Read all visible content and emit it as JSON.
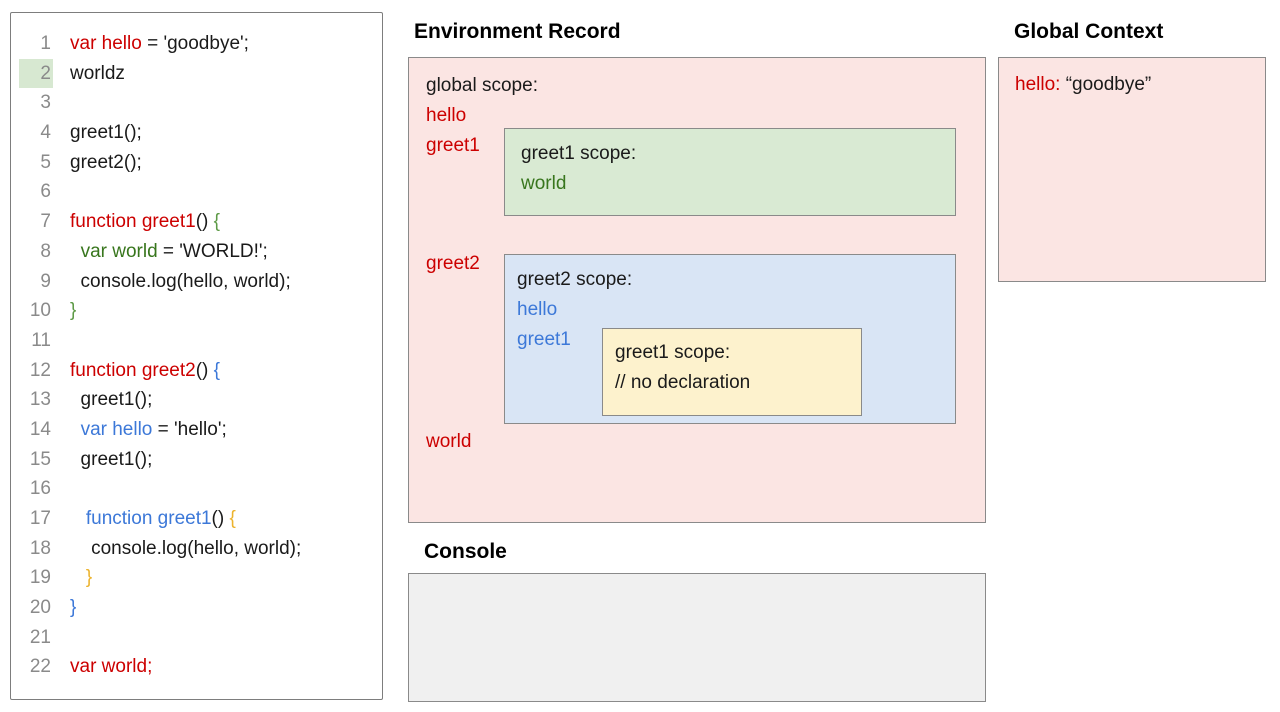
{
  "colors": {
    "red": "#cc0000",
    "green": "#38761d",
    "green_brace": "#5d9a46",
    "blue": "#3c78d8",
    "yellow_brace": "#ecb32d",
    "pink_bg": "#fbe5e3",
    "green_bg": "#d9ead3",
    "blue_bg": "#d9e5f5",
    "yellow_bg": "#fdf2cd",
    "console_bg": "#f0f0f0",
    "line_highlight": "#d7e8d1"
  },
  "editor": {
    "lines": [
      {
        "n": "1",
        "highlight": false,
        "segments": [
          {
            "t": "var hello",
            "c": "red"
          },
          {
            "t": " = 'goodbye';",
            "c": "black"
          }
        ]
      },
      {
        "n": "2",
        "highlight": true,
        "segments": [
          {
            "t": "worldz",
            "c": "black"
          }
        ]
      },
      {
        "n": "3",
        "highlight": false,
        "segments": []
      },
      {
        "n": "4",
        "highlight": false,
        "segments": [
          {
            "t": "greet1();",
            "c": "black"
          }
        ]
      },
      {
        "n": "5",
        "highlight": false,
        "segments": [
          {
            "t": "greet2();",
            "c": "black"
          }
        ]
      },
      {
        "n": "6",
        "highlight": false,
        "segments": []
      },
      {
        "n": "7",
        "highlight": false,
        "segments": [
          {
            "t": "function greet1",
            "c": "red"
          },
          {
            "t": "() ",
            "c": "black"
          },
          {
            "t": "{",
            "c": "green2"
          }
        ]
      },
      {
        "n": "8",
        "highlight": false,
        "segments": [
          {
            "t": "  ",
            "c": "black"
          },
          {
            "t": "var world",
            "c": "green"
          },
          {
            "t": " = 'WORLD!';",
            "c": "black"
          }
        ]
      },
      {
        "n": "9",
        "highlight": false,
        "segments": [
          {
            "t": "  console.log(hello, world);",
            "c": "black"
          }
        ]
      },
      {
        "n": "10",
        "highlight": false,
        "segments": [
          {
            "t": "}",
            "c": "green2"
          }
        ]
      },
      {
        "n": "11",
        "highlight": false,
        "segments": []
      },
      {
        "n": "12",
        "highlight": false,
        "segments": [
          {
            "t": "function greet2",
            "c": "red"
          },
          {
            "t": "() ",
            "c": "black"
          },
          {
            "t": "{",
            "c": "blue"
          }
        ]
      },
      {
        "n": "13",
        "highlight": false,
        "segments": [
          {
            "t": "  greet1();",
            "c": "black"
          }
        ]
      },
      {
        "n": "14",
        "highlight": false,
        "segments": [
          {
            "t": "  ",
            "c": "black"
          },
          {
            "t": "var hello",
            "c": "blue"
          },
          {
            "t": " = 'hello';",
            "c": "black"
          }
        ]
      },
      {
        "n": "15",
        "highlight": false,
        "segments": [
          {
            "t": "  greet1();",
            "c": "black"
          }
        ]
      },
      {
        "n": "16",
        "highlight": false,
        "segments": []
      },
      {
        "n": "17",
        "highlight": false,
        "segments": [
          {
            "t": "   ",
            "c": "black"
          },
          {
            "t": "function greet1",
            "c": "blue"
          },
          {
            "t": "() ",
            "c": "black"
          },
          {
            "t": "{",
            "c": "yellow"
          }
        ]
      },
      {
        "n": "18",
        "highlight": false,
        "segments": [
          {
            "t": "    console.log(hello, world);",
            "c": "black"
          }
        ]
      },
      {
        "n": "19",
        "highlight": false,
        "segments": [
          {
            "t": "   }",
            "c": "yellow"
          }
        ]
      },
      {
        "n": "20",
        "highlight": false,
        "segments": [
          {
            "t": "}",
            "c": "blue"
          }
        ]
      },
      {
        "n": "21",
        "highlight": false,
        "segments": []
      },
      {
        "n": "22",
        "highlight": false,
        "segments": [
          {
            "t": "var world;",
            "c": "red"
          }
        ]
      }
    ]
  },
  "environment": {
    "title": "Environment Record",
    "global_scope_label": "global scope:",
    "vars": [
      "hello",
      "greet1",
      "greet2",
      "world"
    ],
    "greet1_box": {
      "label": "greet1 scope:",
      "var": "world"
    },
    "greet2_box": {
      "label": "greet2 scope:",
      "vars": [
        "hello",
        "greet1"
      ],
      "inner": {
        "label": "greet1 scope:",
        "comment": "// no declaration"
      }
    }
  },
  "console": {
    "title": "Console",
    "output": ""
  },
  "global_context": {
    "title": "Global Context",
    "entry_key": "hello:",
    "entry_value": " “goodbye”"
  }
}
